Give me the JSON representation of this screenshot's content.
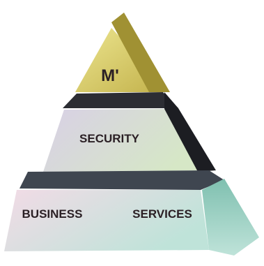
{
  "logo": {
    "top_label": "M'",
    "middle_label": "SECURITY",
    "bottom_left_label": "BUSINESS",
    "bottom_right_label": "SERVICES"
  },
  "colors": {
    "background": "#ffffff",
    "text": "#2a1f24",
    "apex_gold": "#c2b14a",
    "apex_gold_dark": "#a09133",
    "apex_fill": "#ece58f",
    "tier_bar_dark": "#2c2d33",
    "tier_bar_side": "#1c1d22",
    "middle_fill_purple": "#d8d0e6",
    "middle_fill_green": "#d6e7c6",
    "base_bar_slate": "#3f4650",
    "base_side_teal": "#7fc0b0",
    "base_fill_pink": "#f2dbe6",
    "base_fill_teal": "#bfe3d9"
  }
}
